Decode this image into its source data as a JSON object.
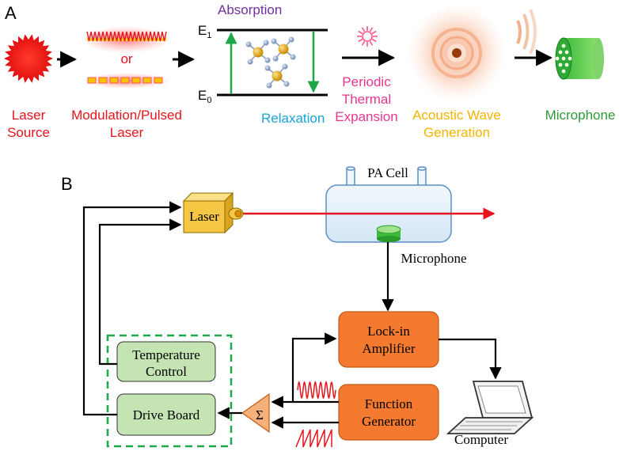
{
  "panel_a": {
    "label": "A",
    "laser_source": [
      "Laser",
      "Source"
    ],
    "modulation": [
      "Modulation/Pulsed",
      "Laser"
    ],
    "or_text": "or",
    "absorption": "Absorption",
    "e1_letter": "E",
    "e1_sub": "1",
    "e0_letter": "E",
    "e0_sub": "0",
    "relaxation": "Relaxation",
    "expansion": [
      "Periodic",
      "Thermal",
      "Expansion"
    ],
    "acoustic": [
      "Acoustic Wave",
      "Generation"
    ],
    "microphone": "Microphone",
    "colors": {
      "laser": "#e8141c",
      "absorption": "#7030a0",
      "relaxation": "#1aa3d9",
      "expansion": "#e8368f",
      "acoustic": "#f5b400",
      "microphone": "#2e9a36"
    }
  },
  "panel_b": {
    "label": "B",
    "laser": "Laser",
    "pa_cell": "PA Cell",
    "microphone": "Microphone",
    "lockin": [
      "Lock-in",
      "Amplifier"
    ],
    "function_gen": [
      "Function",
      "Generator"
    ],
    "temperature": [
      "Temperature",
      "Control"
    ],
    "drive_board": "Drive Board",
    "sum_symbol": "Σ",
    "computer": "Computer",
    "colors": {
      "orange_box": "#f47a30",
      "green_box": "#c5e4b4",
      "laser_box": "#f6c744",
      "beam": "#e8141c",
      "dashed": "#1fa84a"
    }
  }
}
